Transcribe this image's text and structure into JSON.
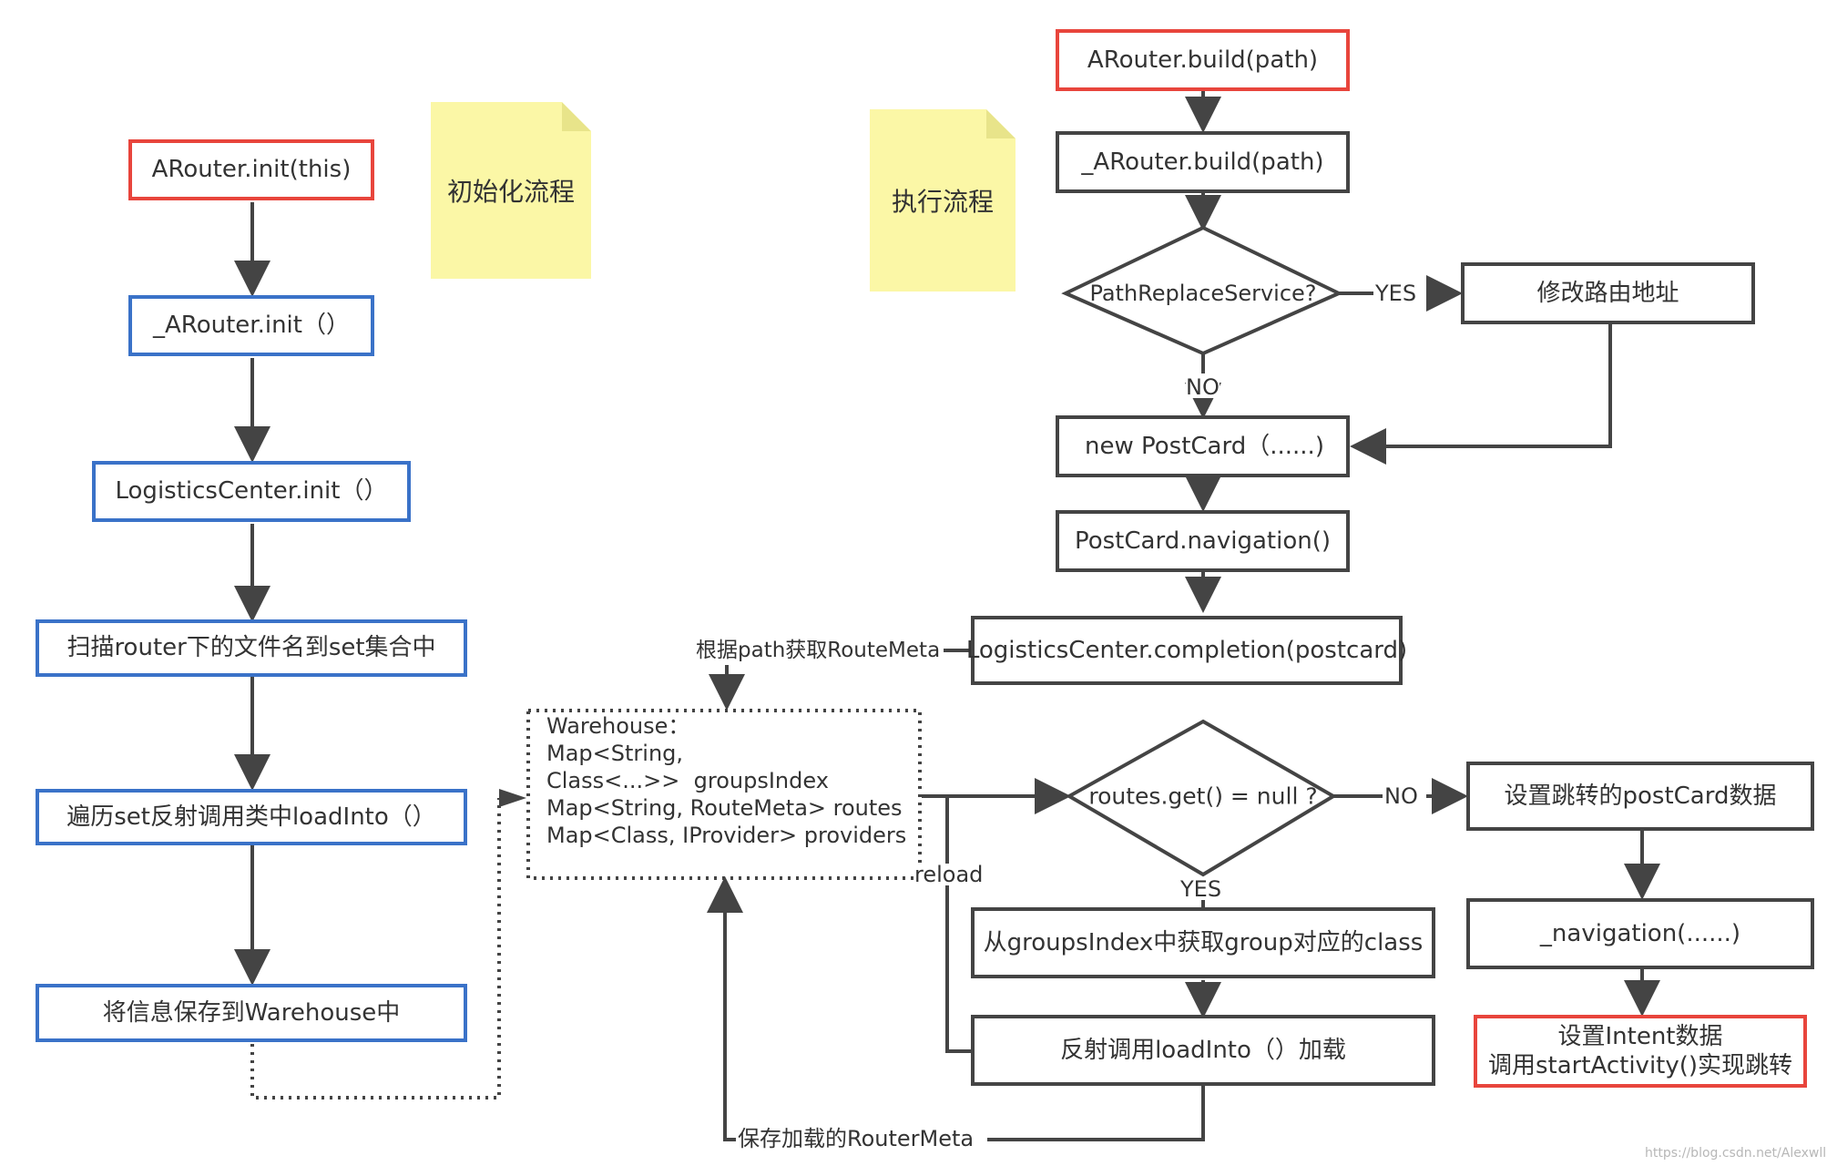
{
  "notes": {
    "init": "初始化流程",
    "exec": "执行流程"
  },
  "init_flow": {
    "arouter_init": "ARouter.init(this)",
    "underscore_init": "_ARouter.init（）",
    "logistics_init": "LogisticsCenter.init（）",
    "scan": "扫描router下的文件名到set集合中",
    "traverse": "遍历set反射调用类中loadInto（）",
    "save": "将信息保存到Warehouse中"
  },
  "exec_flow": {
    "build": "ARouter.build(path)",
    "underscore_build": "_ARouter.build(path)",
    "path_replace": "PathReplaceService?",
    "yes": "YES",
    "modify": "修改路由地址",
    "no": "NO",
    "new_postcard": "new PostCard（......)",
    "navigation": "PostCard.navigation()",
    "completion": "LogisticsCenter.completion(postcard)",
    "fetch_label": "根据path获取RouteMeta",
    "routes_get": "routes.get() = null ?",
    "routes_no": "NO",
    "routes_yes": "YES",
    "reload": "reload",
    "from_groups": "从groupsIndex中获取group对应的class",
    "reflect_load": "反射调用loadInto（）加载",
    "save_loaded": "保存加载的RouterMeta",
    "set_postcard": "设置跳转的postCard数据",
    "navigation_internal": "_navigation(......)",
    "start_activity_line1": "设置Intent数据",
    "start_activity_line2": "调用startActivity()实现跳转"
  },
  "warehouse": {
    "line1": "Warehouse：",
    "line2": "Map<String,",
    "line3": "Class<...>>  groupsIndex",
    "line4": "Map<String, RouteMeta> routes",
    "line5": "Map<Class, IProvider> providers"
  },
  "watermark": "https://blog.csdn.net/Alexwll",
  "colors": {
    "start_border": "#e8453c",
    "init_border": "#3a72c8",
    "exec_border": "#444444",
    "note_fill": "#fbf7a6",
    "note_corner": "#e8e48a",
    "line": "#444444"
  }
}
